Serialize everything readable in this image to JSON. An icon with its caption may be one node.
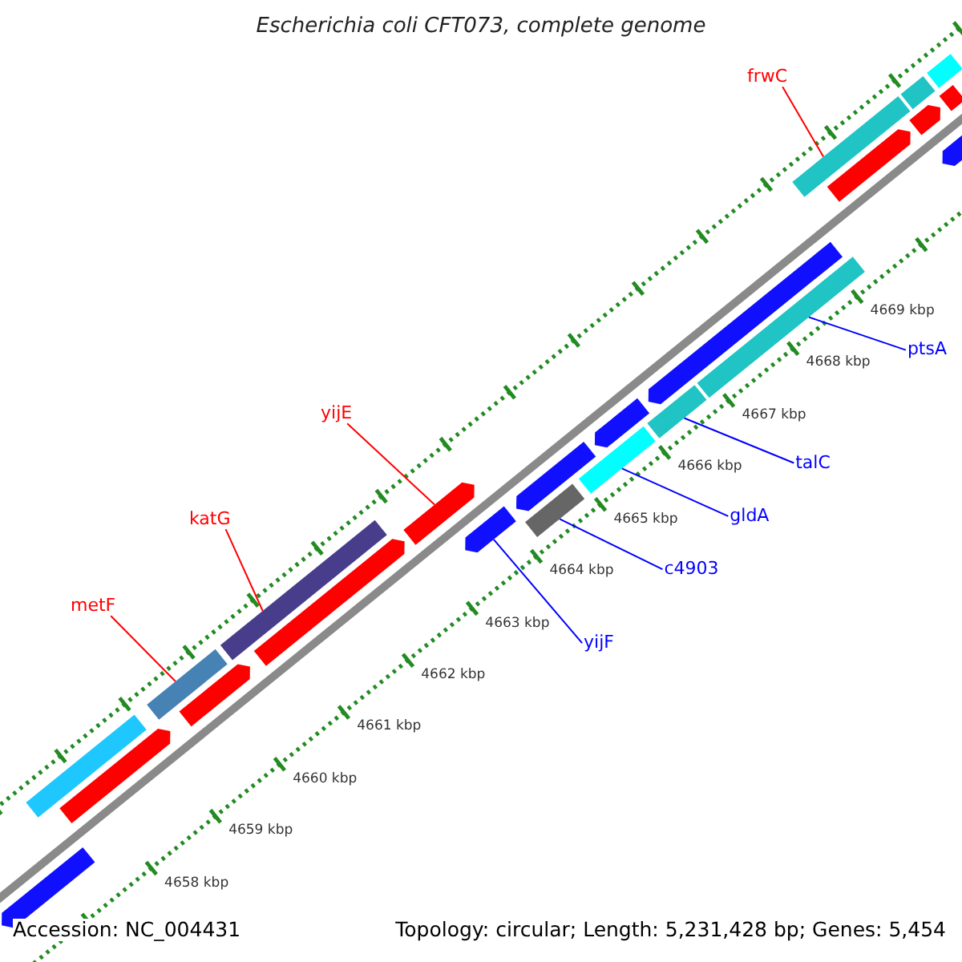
{
  "diagram": {
    "title": "Escherichia coli CFT073, complete genome",
    "nodes": [
      {
        "text": [
          "frwC"
        ]
      },
      {
        "text": [],
        "shape": "bar"
      },
      {
        "text": [
          "yijE"
        ]
      },
      {
        "text": [],
        "shape": "bar"
      },
      {
        "text": [
          "katG"
        ]
      },
      {
        "text": [],
        "shape": "bar"
      },
      {
        "text": [
          "metF"
        ]
      },
      {
        "text": [],
        "shape": "bar"
      },
      {
        "text": [
          "ptsA"
        ]
      },
      {
        "text": [],
        "shape": "bar"
      },
      {
        "text": [
          "talC"
        ]
      },
      {
        "text": [],
        "shape": "bar"
      },
      {
        "text": [
          "gldA"
        ]
      },
      {
        "text": [],
        "shape": "bar"
      },
      {
        "text": [
          "c4903"
        ]
      },
      {
        "text": [],
        "shape": "bar"
      },
      {
        "text": [
          "yijF"
        ]
      },
      {
        "text": [],
        "shape": "bar"
      },
      {
        "text": [],
        "shape": "bar"
      },
      {
        "text": [],
        "shape": "bar"
      },
      {
        "text": [],
        "shape": "bar"
      },
      {
        "text": [],
        "shape": "bar"
      },
      {
        "text": [],
        "shape": "bar"
      },
      {
        "text": [],
        "shape": "bar"
      },
      {
        "text": [],
        "shape": "bar"
      },
      {
        "text": [],
        "shape": "bar"
      },
      {
        "text": [],
        "shape": "bar"
      },
      {
        "text": [],
        "shape": "bar"
      },
      {
        "text": [],
        "shape": "bar"
      },
      {
        "text": [],
        "shape": "bar"
      },
      {
        "text": [],
        "shape": "bar"
      },
      {
        "text": [],
        "shape": "bar"
      }
    ],
    "edges": [
      {
        "from": 0,
        "to": 1,
        "arrow": "none",
        "color": "#ff0000"
      },
      {
        "from": 2,
        "to": 3,
        "arrow": "none",
        "color": "#ff0000"
      },
      {
        "from": 4,
        "to": 5,
        "arrow": "none",
        "color": "#ff0000"
      },
      {
        "from": 6,
        "to": 7,
        "arrow": "none",
        "color": "#ff0000"
      },
      {
        "from": 8,
        "to": 9,
        "arrow": "none"
      },
      {
        "from": 10,
        "to": 11,
        "arrow": "none"
      },
      {
        "from": 12,
        "to": 13,
        "arrow": "none"
      },
      {
        "from": 14,
        "to": 15,
        "arrow": "none"
      },
      {
        "from": 16,
        "to": 17,
        "arrow": "none"
      }
    ],
    "labels": [
      "4669 kbp",
      "4668 kbp",
      "4667 kbp",
      "4666 kbp",
      "4665 kbp",
      "4664 kbp",
      "4663 kbp",
      "4662 kbp",
      "4661 kbp",
      "4660 kbp",
      "4659 kbp",
      "4658 kbp",
      "Accession: NC_004431",
      "Topology: circular; Length: 5,231,428 bp; Genes: 5,454"
    ]
  }
}
